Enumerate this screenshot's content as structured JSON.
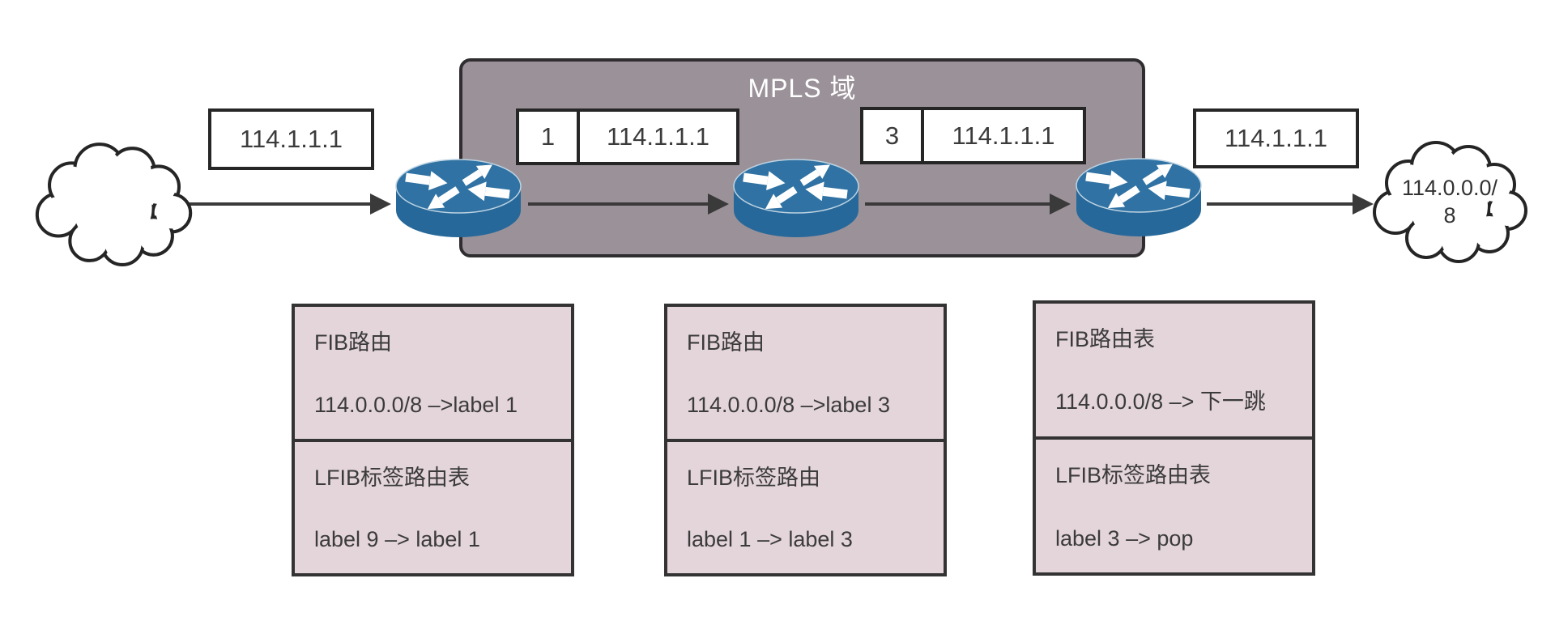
{
  "mpls": {
    "title": "MPLS 域"
  },
  "clouds": {
    "right": {
      "label": "114.0.0.0/8",
      "lines": [
        "114.0.0.0/",
        "8"
      ]
    }
  },
  "packets": {
    "ingress": {
      "ip": "114.1.1.1"
    },
    "hop1": {
      "label": "1",
      "ip": "114.1.1.1"
    },
    "hop2": {
      "label": "3",
      "ip": "114.1.1.1"
    },
    "egress": {
      "ip": "114.1.1.1"
    }
  },
  "tables": [
    {
      "fib_title": "FIB路由",
      "fib_entry": "114.0.0.0/8 –>label 1",
      "lfib_title": "LFIB标签路由表",
      "lfib_entry": "label 9 –> label 1"
    },
    {
      "fib_title": "FIB路由",
      "fib_entry": "114.0.0.0/8 –>label 3",
      "lfib_title": "LFIB标签路由",
      "lfib_entry": "label 1 –> label 3"
    },
    {
      "fib_title": "FIB路由表",
      "fib_entry": "114.0.0.0/8 –> 下一跳",
      "lfib_title": "LFIB标签路由表",
      "lfib_entry": "label 3 –> pop"
    }
  ],
  "icons": {
    "router": "router-icon",
    "cloud": "cloud-icon"
  },
  "colors": {
    "mpls_domain_fill": "#9b9299",
    "mpls_title_text": "#ffffff",
    "table_fill": "#e4d5db",
    "router_top_blue": "#2f72a3",
    "router_side_blue": "#27689a",
    "box_border": "#262626",
    "table_border": "#333333",
    "arrow": "#3a3a3a"
  }
}
